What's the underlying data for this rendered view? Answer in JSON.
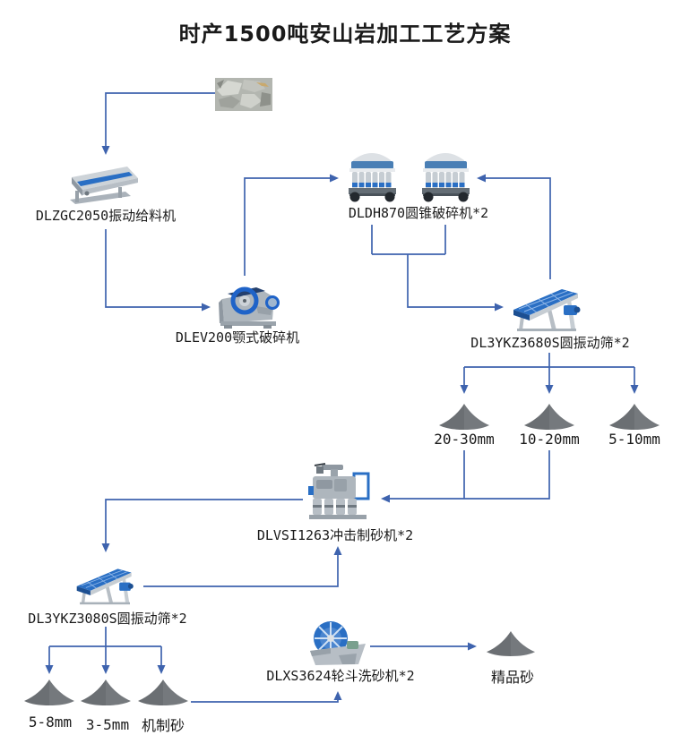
{
  "title": "时产1500吨安山岩加工工艺方案",
  "colors": {
    "arrow": "#3e63ae",
    "pile": "#75797d",
    "machine_blue": "#2a6fc4",
    "text": "#1a1a1a"
  },
  "equipment": {
    "feeder": {
      "label": "DLZGC2050振动给料机"
    },
    "jaw_crusher": {
      "label": "DLEV200颚式破碎机"
    },
    "cone_crusher": {
      "label": "DLDH870圆锥破碎机*2"
    },
    "screen_coarse": {
      "label": "DL3YKZ3680S圆振动筛*2"
    },
    "sand_maker": {
      "label": "DLVSI1263冲击制砂机*2"
    },
    "screen_fine": {
      "label": "DL3YKZ3080S圆振动筛*2"
    },
    "sand_washer": {
      "label": "DLXS3624轮斗洗砂机*2"
    }
  },
  "products": {
    "size_20_30": {
      "label": "20-30mm"
    },
    "size_10_20": {
      "label": "10-20mm"
    },
    "size_5_10": {
      "label": "5-10mm"
    },
    "size_5_8": {
      "label": "5-8mm"
    },
    "size_3_5": {
      "label": "3-5mm"
    },
    "machine_sand": {
      "label": "机制砂"
    },
    "premium_sand": {
      "label": "精品砂"
    }
  }
}
